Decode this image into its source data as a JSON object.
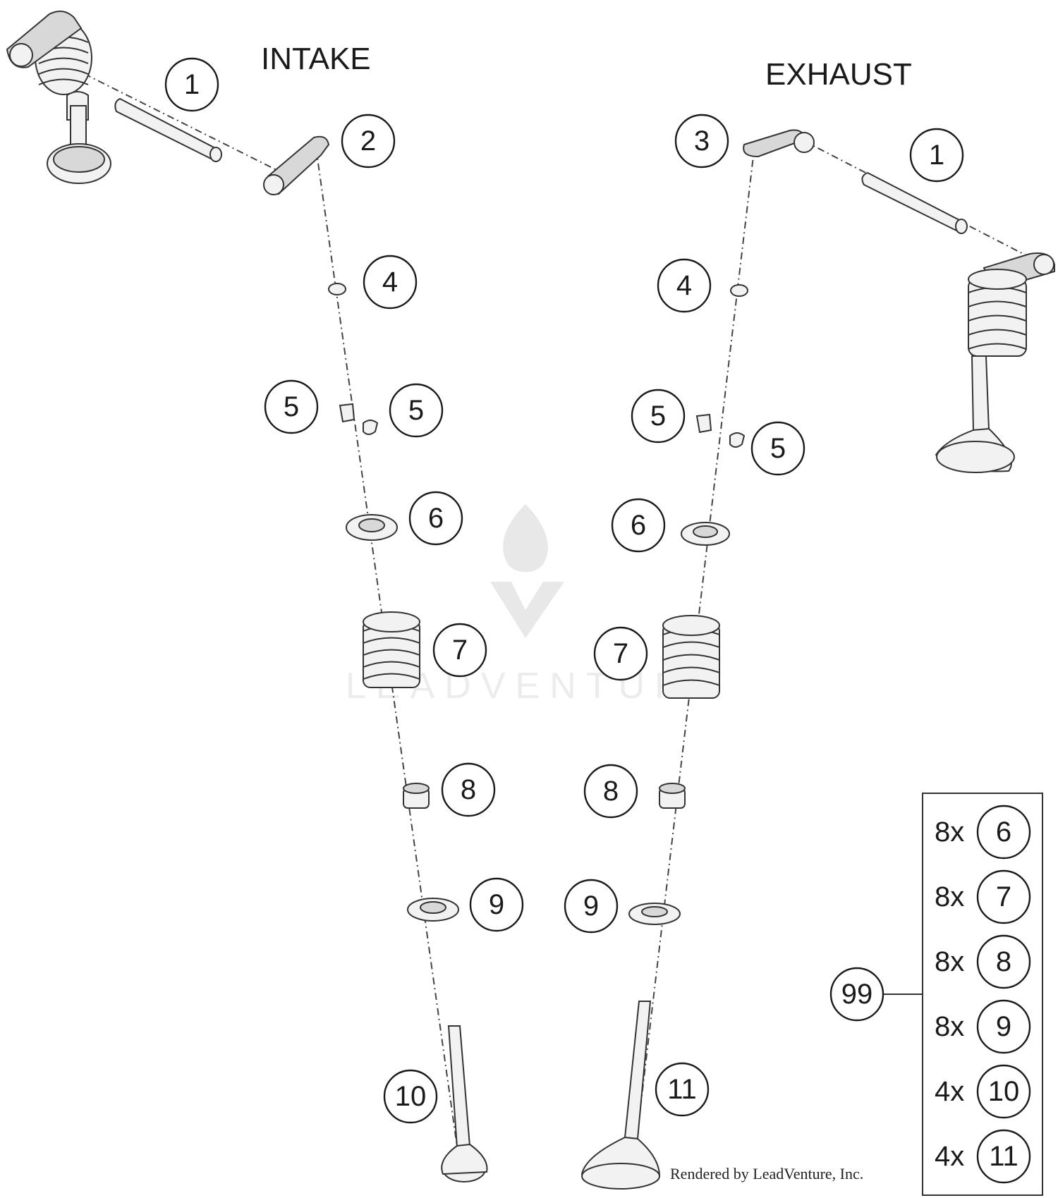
{
  "labels": {
    "intake": "INTAKE",
    "exhaust": "EXHAUST"
  },
  "callouts": {
    "c1a": "1",
    "c2": "2",
    "c4a": "4",
    "c5a": "5",
    "c5b": "5",
    "c6a": "6",
    "c7a": "7",
    "c8a": "8",
    "c9a": "9",
    "c10": "10",
    "c3": "3",
    "c1b": "1",
    "c4b": "4",
    "c5c": "5",
    "c5d": "5",
    "c6b": "6",
    "c7b": "7",
    "c8b": "8",
    "c9b": "9",
    "c11": "11",
    "c99": "99"
  },
  "kit": {
    "items": [
      {
        "qty": "8x",
        "part": "6"
      },
      {
        "qty": "8x",
        "part": "7"
      },
      {
        "qty": "8x",
        "part": "8"
      },
      {
        "qty": "8x",
        "part": "9"
      },
      {
        "qty": "4x",
        "part": "10"
      },
      {
        "qty": "4x",
        "part": "11"
      }
    ]
  },
  "watermark": "LEADVENTURE",
  "credit": "Rendered by LeadVenture, Inc."
}
